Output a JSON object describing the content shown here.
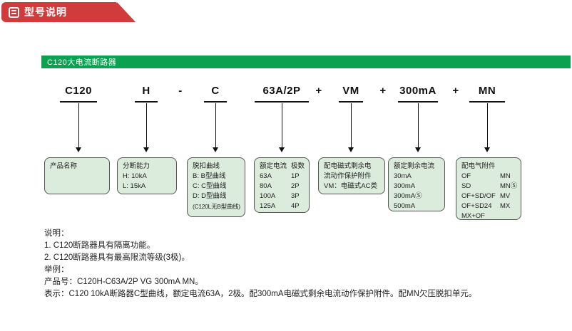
{
  "header": {
    "title": "型号说明"
  },
  "section": {
    "title": "C120大电流断路器"
  },
  "colors": {
    "banner_red": "#d23b3b",
    "section_green": "#0aa150",
    "box_fill": "#dcecdc",
    "box_border": "#555555"
  },
  "model": {
    "segments": [
      {
        "label": "C120"
      },
      {
        "label": "H"
      },
      {
        "label": "-"
      },
      {
        "label": "C"
      },
      {
        "label": "63A/2P"
      },
      {
        "label": "+"
      },
      {
        "label": "VM"
      },
      {
        "label": "+"
      },
      {
        "label": "300mA"
      },
      {
        "label": "+"
      },
      {
        "label": "MN"
      }
    ]
  },
  "boxes": [
    {
      "title": "产品名称"
    },
    {
      "title": "分断能力",
      "lines": [
        "H: 10kA",
        "L: 15kA"
      ]
    },
    {
      "title": "脱扣曲线",
      "lines": [
        "B: B型曲线",
        "C: C型曲线",
        "D: D型曲线",
        "(C120L无B型曲线)"
      ]
    },
    {
      "col1_title": "额定电流",
      "col2_title": "极数",
      "rows": [
        [
          "63A",
          "1P"
        ],
        [
          "80A",
          "2P"
        ],
        [
          "100A",
          "3P"
        ],
        [
          "125A",
          "4P"
        ]
      ]
    },
    {
      "lines": [
        "配电磁式剩余电",
        "流动作保护附件",
        "VM：电磁式AC类"
      ]
    },
    {
      "title": "额定剩余电流",
      "lines": [
        "30mA",
        "300mA",
        "300mAⓈ",
        "500mA"
      ]
    },
    {
      "title": "配电气附件",
      "rows": [
        [
          "OF",
          "MN"
        ],
        [
          "SD",
          "MNⓈ"
        ],
        [
          "OF+SD/OF",
          "MV"
        ],
        [
          "OF+SD24",
          "MX"
        ],
        [
          "MX+OF",
          ""
        ]
      ]
    }
  ],
  "notes": {
    "heading1": "说明：",
    "line1": "1. C120断路器具有隔离功能。",
    "line2": "2. C120断路器具有最高限流等级(3极)。",
    "heading2": "举例：",
    "line3": "产品号：C120H-C63A/2P VG 300mA MN。",
    "line4": "表示：C120 10kA断路器C型曲线，额定电流63A，2极。配300mA电磁式剩余电流动作保护附件。配MN欠压脱扣单元。"
  }
}
